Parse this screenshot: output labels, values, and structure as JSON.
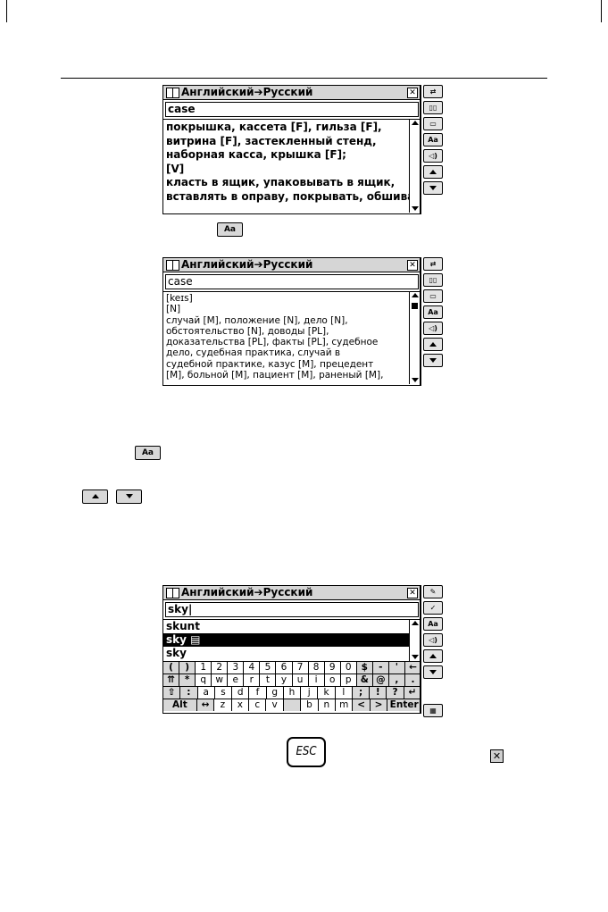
{
  "shot1": {
    "title": "Английский➔Русский",
    "query": "case",
    "lines": [
      "покрышка, кассета [F], гильза [F],",
      "витрина [F], застекленный стенд,",
      "наборная касса, крышка [F];",
      "[V]",
      "класть в ящик, упаковывать в ящик,",
      "вставлять в оправу, покрывать, обшивать"
    ]
  },
  "shot2": {
    "title": "Английский➔Русский",
    "query": "case",
    "lines": [
      "[keɪs]",
      "[N]",
      "случай [M], положение [N], дело [N],",
      "обстоятельство [N], доводы [PL],",
      "доказательства [PL], факты [PL], судебное",
      "дело, судебная практика, случай в",
      "судебной практике, казус [M], прецедент",
      "[M], больной [M], пациент [M], раненый [M],"
    ]
  },
  "shot3": {
    "title": "Английский➔Русский",
    "query": "sky",
    "list": [
      "skunt",
      "sky",
      "sky"
    ],
    "keyboard": {
      "row1": [
        "(",
        ")",
        "1",
        "2",
        "3",
        "4",
        "5",
        "6",
        "7",
        "8",
        "9",
        "0",
        "$",
        "-",
        "'",
        "←"
      ],
      "row2": [
        "⇈",
        "*",
        "q",
        "w",
        "e",
        "r",
        "t",
        "y",
        "u",
        "i",
        "o",
        "p",
        "&",
        "@",
        ",",
        "."
      ],
      "row3": [
        "⇧",
        ":",
        "a",
        "s",
        "d",
        "f",
        "g",
        "h",
        "j",
        "k",
        "l",
        ";",
        "!",
        "?",
        "↵"
      ],
      "row4": [
        "Alt",
        "↔",
        "z",
        "x",
        "c",
        "v",
        " ",
        "b",
        "n",
        "m",
        "<",
        ">",
        "Enter"
      ]
    }
  },
  "tools": {
    "font_button": "Aa",
    "sound_icon": "speaker-icon"
  },
  "inline_buttons": {
    "font": "Aa",
    "esc": "ESC",
    "close": "✕"
  }
}
